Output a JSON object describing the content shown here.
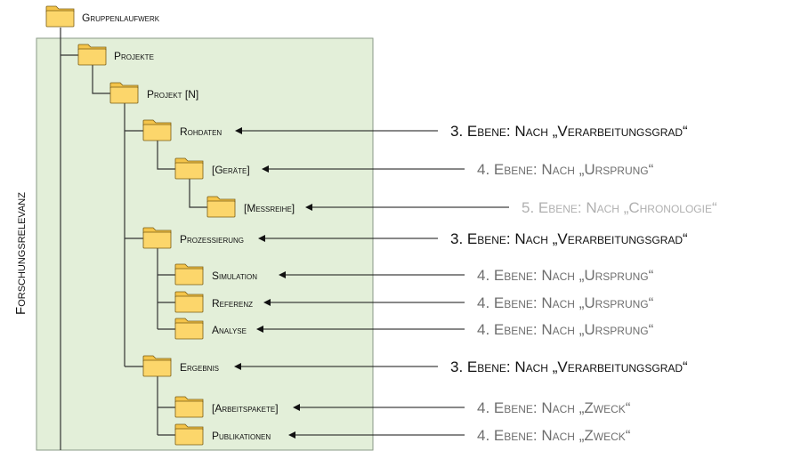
{
  "colors": {
    "panel_fill": "#e3efd9",
    "panel_stroke": "#8a9a86",
    "folder_fill": "#fcd66b",
    "folder_tab": "#f4c44a",
    "folder_stroke": "#7a5c12",
    "tree_line": "#333333",
    "level_dark": "#111111",
    "level_mid": "#6e6e6e",
    "level_light": "#b0b0b0"
  },
  "side_label": "Forschungsrelevanz",
  "root": {
    "label": "Gruppenlaufwerk"
  },
  "nodes": [
    {
      "id": "projekte",
      "label": "Projekte"
    },
    {
      "id": "projekt-n",
      "label": "Projekt [N]"
    },
    {
      "id": "rohdaten",
      "label": "Rohdaten",
      "level_text": "3. Ebene: Nach „Verarbeitungsgrad“",
      "level_tone": "dark"
    },
    {
      "id": "geraete",
      "label": "[Geräte]",
      "level_text": "4. Ebene: Nach „Ursprung“",
      "level_tone": "mid"
    },
    {
      "id": "messreihe",
      "label": "[Messreihe]",
      "level_text": "5. Ebene: Nach „Chronologie“",
      "level_tone": "light"
    },
    {
      "id": "prozessierung",
      "label": "Prozessierung",
      "level_text": "3. Ebene: Nach „Verarbeitungsgrad“",
      "level_tone": "dark"
    },
    {
      "id": "simulation",
      "label": "Simulation",
      "level_text": "4. Ebene: Nach „Ursprung“",
      "level_tone": "mid"
    },
    {
      "id": "referenz",
      "label": "Referenz",
      "level_text": "4. Ebene: Nach „Ursprung“",
      "level_tone": "mid"
    },
    {
      "id": "analyse",
      "label": "Analyse",
      "level_text": "4. Ebene: Nach „Ursprung“",
      "level_tone": "mid"
    },
    {
      "id": "ergebnis",
      "label": "Ergebnis",
      "level_text": "3. Ebene: Nach „Verarbeitungsgrad“",
      "level_tone": "dark"
    },
    {
      "id": "arbeitspakete",
      "label": "[Arbeitspakete]",
      "level_text": "4. Ebene: Nach „Zweck“",
      "level_tone": "mid"
    },
    {
      "id": "publikationen",
      "label": "Publikationen",
      "level_text": "4. Ebene: Nach „Zweck“",
      "level_tone": "mid"
    }
  ]
}
